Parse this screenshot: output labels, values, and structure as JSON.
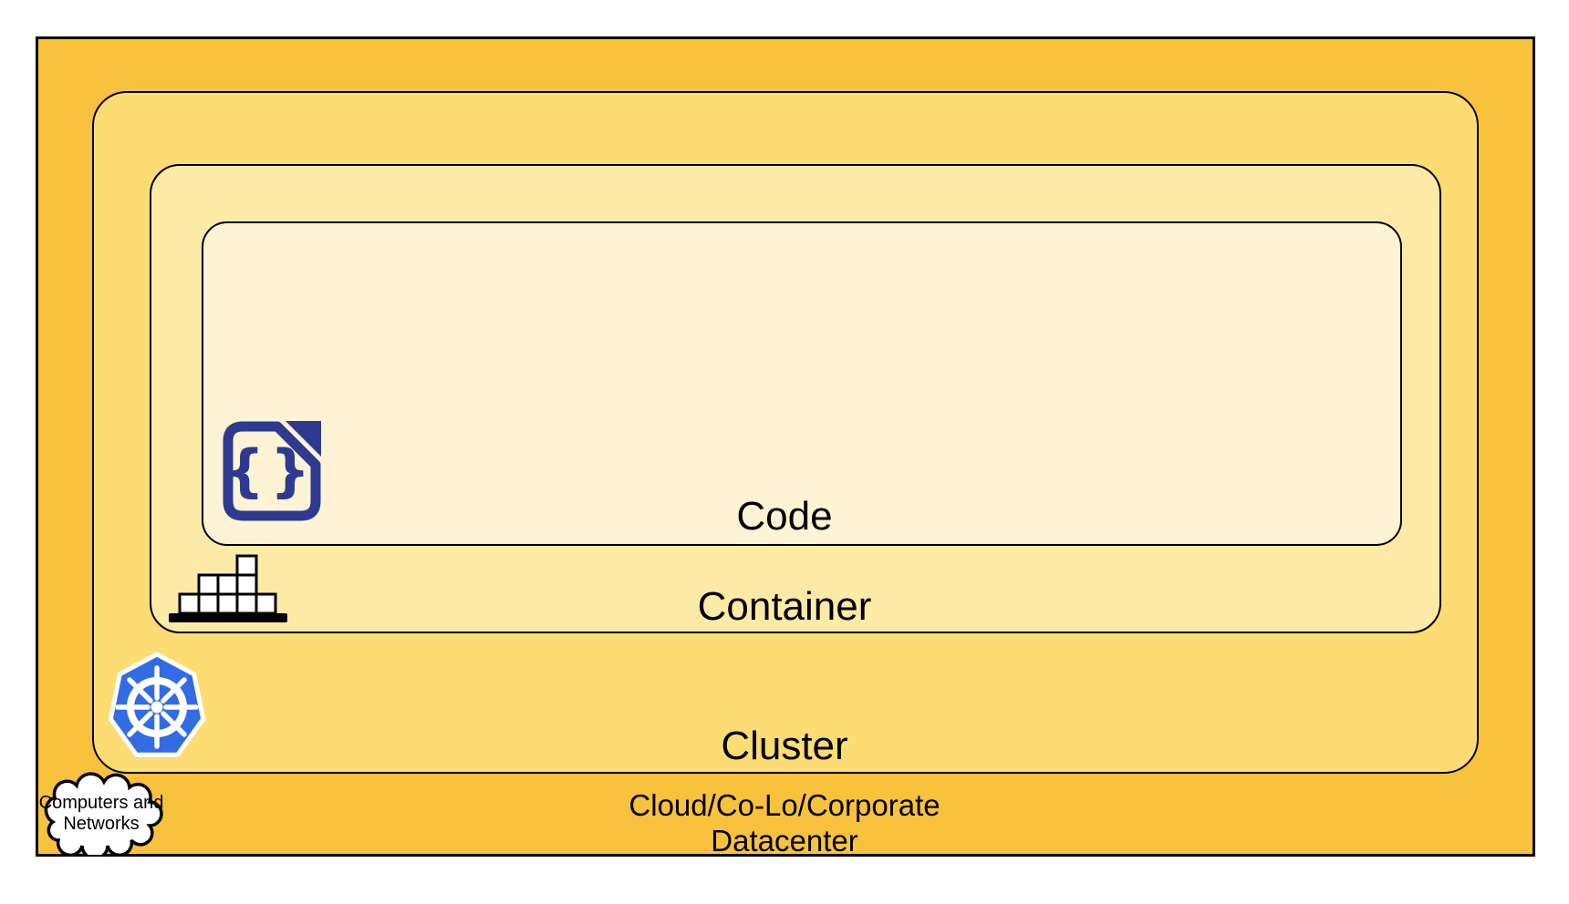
{
  "diagram": {
    "type": "nested-layers",
    "layers": [
      {
        "name": "code",
        "label": "Code",
        "fill": "#FEF3D4",
        "icon": "code-file-icon"
      },
      {
        "name": "container",
        "label": "Container",
        "fill": "#FDEAA7",
        "icon": "container-stack-icon"
      },
      {
        "name": "cluster",
        "label": "Cluster",
        "fill": "#FDDC74",
        "icon": "kubernetes-icon"
      },
      {
        "name": "datacenter",
        "label_line1": "Cloud/Co-Lo/Corporate",
        "label_line2": "Datacenter",
        "fill": "#F9C23D",
        "icon": "computers-networks-cloud-icon"
      }
    ],
    "cloud_caption": {
      "line1": "Computers and",
      "line2": "Networks"
    },
    "icons": {
      "code_glyph": "{}"
    },
    "colors": {
      "border": "#000000",
      "text": "#000000",
      "code_fill": "#FEF3D4",
      "container_fill": "#FDEAA7",
      "cluster_fill": "#FDDC74",
      "datacenter_fill": "#F9C23D",
      "code_icon_blue": "#2E3A8F",
      "kubernetes_blue": "#326CE5",
      "container_icon_black": "#000000",
      "cloud_fill": "#FFFFFF"
    }
  }
}
